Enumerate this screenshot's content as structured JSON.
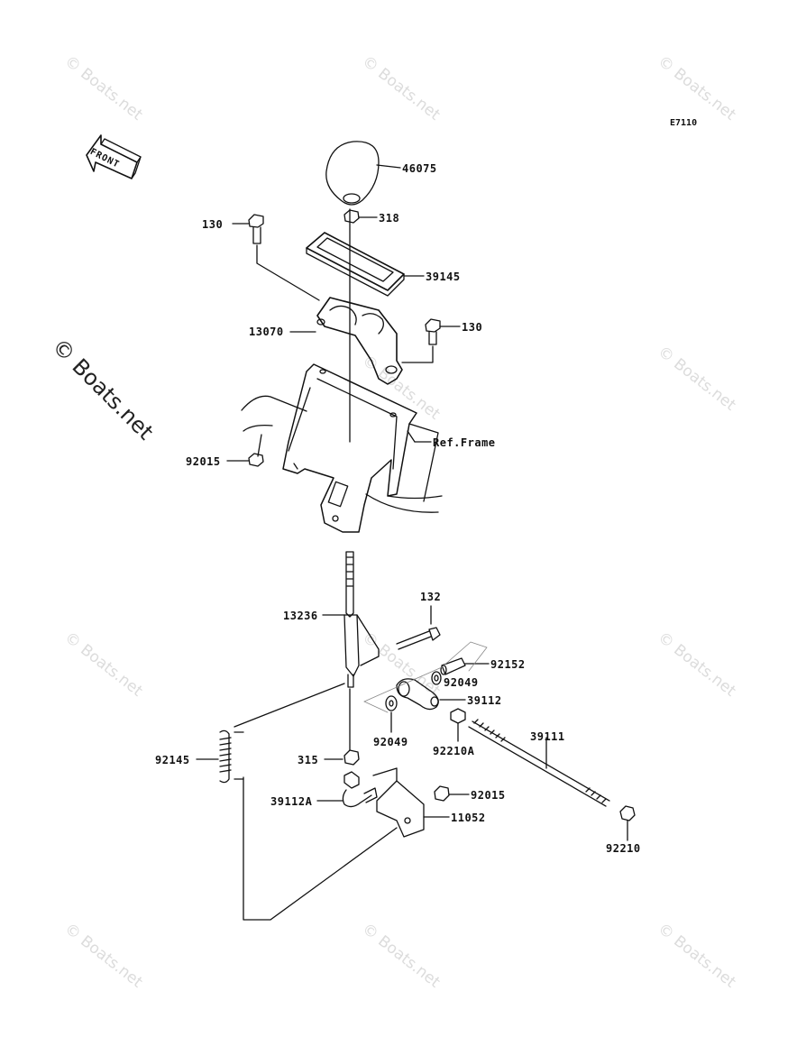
{
  "diagram": {
    "code": "E7110",
    "front_label": "FRONT",
    "watermark_text": "© Boats.net",
    "big_watermark_text": "© Boats.net"
  },
  "labels": {
    "p46075": "46075",
    "p318": "318",
    "p130_top": "130",
    "p39145": "39145",
    "p13070": "13070",
    "p130_right": "130",
    "p92015_left": "92015",
    "ref_frame": "Ref.Frame",
    "p132": "132",
    "p13236": "13236",
    "p92152": "92152",
    "p92049_right": "92049",
    "p39112": "39112",
    "p92049_left": "92049",
    "p92210A": "92210A",
    "p39111": "39111",
    "p92145": "92145",
    "p315": "315",
    "p92015_lower": "92015",
    "p39112A": "39112A",
    "p11052": "11052",
    "p92210": "92210"
  },
  "colors": {
    "line": "#111111",
    "watermark": "#dcdcdc",
    "background": "#ffffff"
  }
}
